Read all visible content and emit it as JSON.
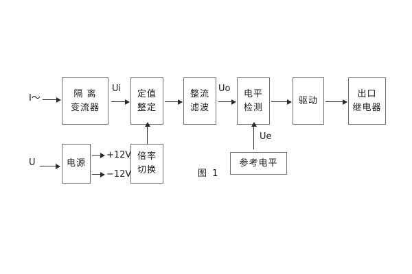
{
  "figure": {
    "caption": "图 1",
    "inputs": [
      {
        "name": "current-input",
        "label": "I～"
      },
      {
        "name": "voltage-input",
        "label": "U"
      }
    ],
    "blocks": [
      {
        "id": "isolation-ct",
        "lines": [
          "隔 离",
          "变流器"
        ]
      },
      {
        "id": "setting-value",
        "lines": [
          "定值",
          "整定"
        ]
      },
      {
        "id": "rectify-filter",
        "lines": [
          "整流",
          "滤波"
        ]
      },
      {
        "id": "level-detect",
        "lines": [
          "电平",
          "检测"
        ]
      },
      {
        "id": "drive",
        "lines": [
          "驱动"
        ]
      },
      {
        "id": "output-relay",
        "lines": [
          "出口",
          "继电器"
        ]
      },
      {
        "id": "power-supply",
        "lines": [
          "电源"
        ]
      },
      {
        "id": "ratio-switch",
        "lines": [
          "倍率",
          "切换"
        ]
      },
      {
        "id": "reference-level",
        "lines": [
          "参考电平"
        ]
      }
    ],
    "signals": [
      {
        "id": "ui",
        "label": "Ui"
      },
      {
        "id": "uo",
        "label": "Uo"
      },
      {
        "id": "ue",
        "label": "Ue"
      },
      {
        "id": "pos12v",
        "label": "+12V"
      },
      {
        "id": "neg12v",
        "label": "−12V"
      }
    ],
    "colors": {
      "box_border": "#6e6e6e",
      "line": "#2b2b2b",
      "text": "#1a1a1a",
      "background": "#ffffff"
    }
  }
}
